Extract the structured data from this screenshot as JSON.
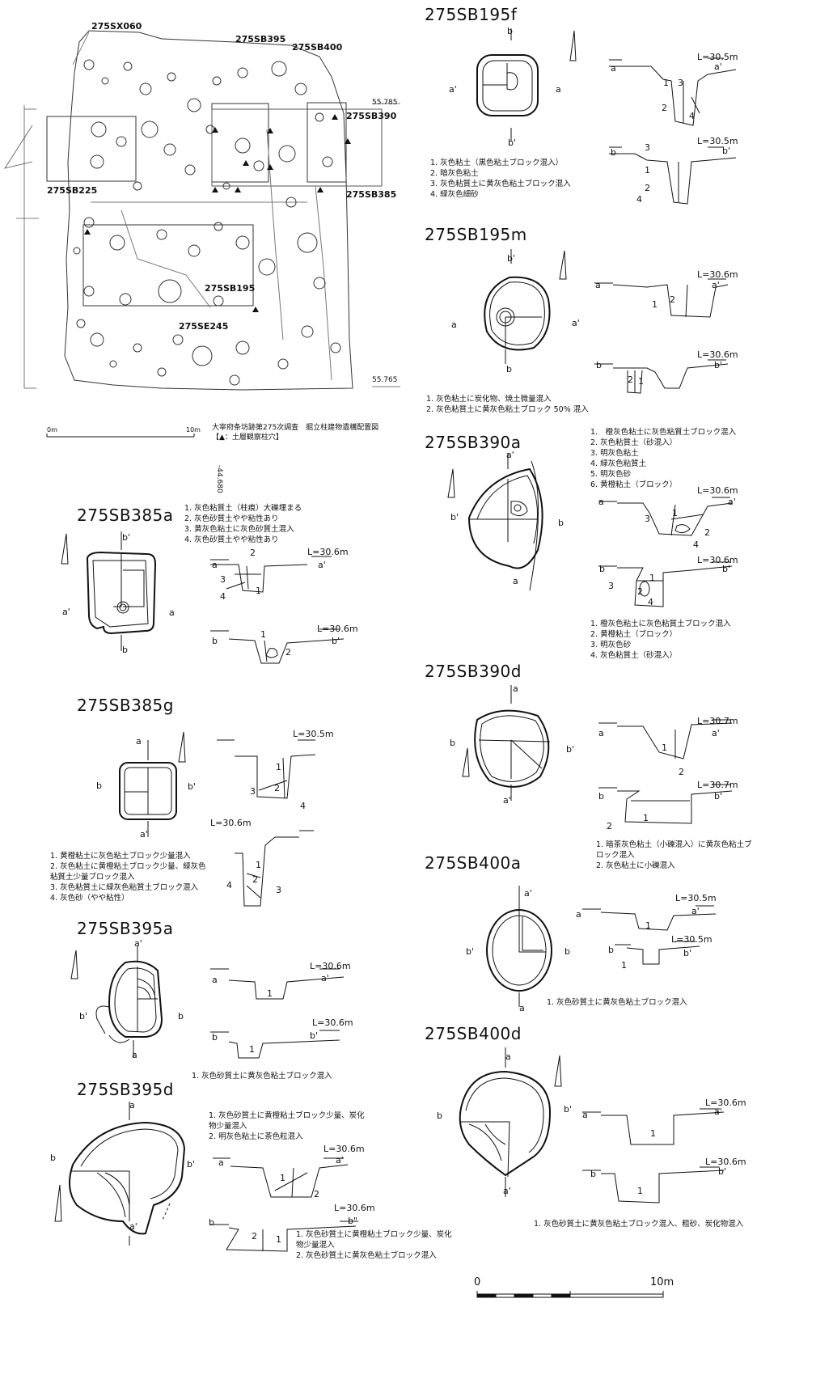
{
  "plan": {
    "labels": {
      "sx060": "275SX060",
      "sb395": "275SB395",
      "sb400": "275SB400",
      "sb390": "275SB390",
      "sb225": "275SB225",
      "sb385": "275SB385",
      "sb195": "275SB195",
      "se245": "275SE245"
    },
    "coords": {
      "top": "55.785",
      "bottom": "55.765",
      "vertical": "-44.680"
    },
    "scale": {
      "zero": "0m",
      "ten": "10m"
    },
    "caption": "大宰府条坊跡第275次調査　掘立柱建物遺構配置図",
    "caption_note": "【▲：土層観察柱穴】"
  },
  "figures": {
    "sb195f": {
      "title": "275SB195f",
      "L1": "L=30.5m",
      "L2": "L=30.5m",
      "legend": [
        "1. 灰色粘土（黒色粘土ブロック混入）",
        "2. 暗灰色粘土",
        "3. 灰色粘質土に黄灰色粘土ブロック混入",
        "4. 緑灰色細砂"
      ]
    },
    "sb195m": {
      "title": "275SB195m",
      "L1": "L=30.6m",
      "L2": "L=30.6m",
      "legend": [
        "1. 灰色粘土に炭化物、焼土微量混入",
        "2. 灰色粘質土に黄灰色粘土ブロック 50% 混入"
      ]
    },
    "sb390a": {
      "title": "275SB390a",
      "L1": "L=30.6m",
      "L2": "L=30.6m",
      "legend_a": [
        "1.　橙灰色粘土に灰色粘質土ブロック混入",
        "2. 灰色粘質土（砂混入）",
        "3. 明灰色粘土",
        "4. 緑灰色粘質土",
        "5. 明灰色砂",
        "6. 黄橙粘土（ブロック）"
      ],
      "legend_b": [
        "1. 橙灰色粘土に灰色粘質土ブロック混入",
        "2. 黄橙粘土（ブロック）",
        "3. 明灰色砂",
        "4. 灰色粘質土（砂混入）"
      ]
    },
    "sb390d": {
      "title": "275SB390d",
      "L1": "L=30.7m",
      "L2": "L=30.7m",
      "legend": [
        "1. 暗茶灰色粘土（小礫混入）に黄灰色粘土ブ",
        "ロック混入",
        "2. 灰色粘土に小礫混入"
      ]
    },
    "sb400a": {
      "title": "275SB400a",
      "L1": "L=30.5m",
      "L2": "L=30.5m",
      "legend": [
        "1. 灰色砂質土に黄灰色粘土ブロック混入"
      ]
    },
    "sb400d": {
      "title": "275SB400d",
      "L1": "L=30.6m",
      "L2": "L=30.6m",
      "legend": [
        "1. 灰色砂質土に黄灰色粘土ブロック混入、粗砂、炭化物混入"
      ]
    },
    "sb385a": {
      "title": "275SB385a",
      "L1": "L=30.6m",
      "L2": "L=30.6m",
      "legend": [
        "1. 灰色粘質土（柱痕）大礫埋まる",
        "2. 灰色砂質土やや粘性あり",
        "3. 黄灰色粘土に灰色砂質土混入",
        "4. 灰色砂質土やや粘性あり"
      ]
    },
    "sb385g": {
      "title": "275SB385g",
      "L1": "L=30.5m",
      "L2": "L=30.6m",
      "legend": [
        "1. 黄橙粘土に灰色粘土ブロック少量混入",
        "2. 灰色粘土に黄橙粘土ブロック少量、緑灰色",
        "粘質土少量ブロック混入",
        "3. 灰色粘質土に緑灰色粘質土ブロック混入",
        "4. 灰色砂（やや粘性）"
      ]
    },
    "sb395a": {
      "title": "275SB395a",
      "L1": "L=30.6m",
      "L2": "L=30.6m",
      "legend": [
        "1. 灰色砂質土に黄灰色粘土ブロック混入"
      ]
    },
    "sb395d": {
      "title": "275SB395d",
      "L1": "L=30.6m",
      "L2": "L=30.6m",
      "legend_a": [
        "1. 灰色砂質土に黄橙粘土ブロック少量、炭化",
        "物少量混入",
        "2. 明灰色粘土に茶色粒混入"
      ],
      "legend_b": [
        "1. 灰色砂質土に黄橙粘土ブロック少量、炭化",
        "物少量混入",
        "2. 灰色砂質土に黄灰色粘土ブロック混入"
      ]
    }
  },
  "markers": {
    "a": "a",
    "a_prime": "a'",
    "b": "b",
    "b_prime": "b'",
    "b_dprime": "b\""
  },
  "scale": {
    "zero": "0",
    "ten": "10m"
  }
}
